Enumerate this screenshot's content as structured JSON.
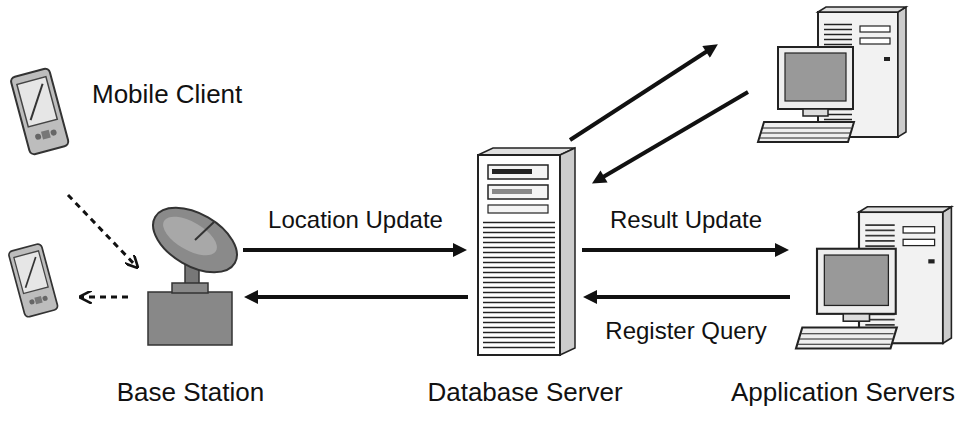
{
  "diagram": {
    "nodes": [
      {
        "text": [
          "Mobile Client"
        ]
      },
      {
        "text": [
          "Base Station"
        ]
      },
      {
        "text": [
          "Database Server"
        ]
      },
      {
        "text": [
          "Application Servers"
        ]
      }
    ],
    "edges": [
      {
        "from": 0,
        "to": 1,
        "arrow": "to"
      },
      {
        "from": 1,
        "to": 2,
        "label": "Location Update",
        "arrow": "to"
      },
      {
        "from": 2,
        "to": 1,
        "arrow": "to"
      },
      {
        "from": 2,
        "to": 3,
        "label": "Result Update",
        "arrow": "to"
      },
      {
        "from": 3,
        "to": 2,
        "label": "Register Query",
        "arrow": "to"
      }
    ]
  }
}
